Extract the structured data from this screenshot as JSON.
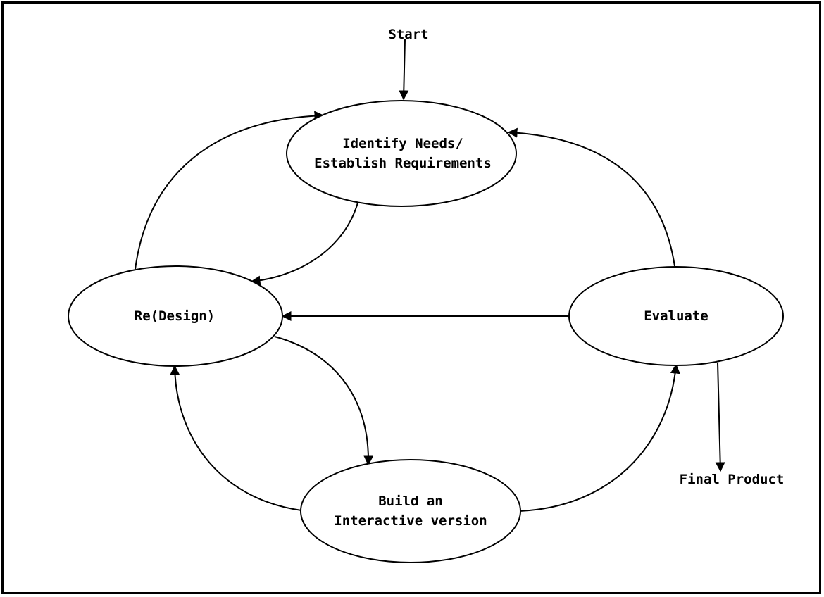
{
  "start_label": "Start",
  "final_label": "Final Product",
  "nodes": {
    "identify": {
      "line1": "Identify Needs/",
      "line2": "Establish Requirements"
    },
    "redesign": {
      "line1": "Re(Design)"
    },
    "build": {
      "line1": "Build an",
      "line2": "Interactive version"
    },
    "evaluate": {
      "line1": "Evaluate"
    }
  },
  "colors": {
    "stroke": "#000000",
    "background": "#ffffff"
  }
}
